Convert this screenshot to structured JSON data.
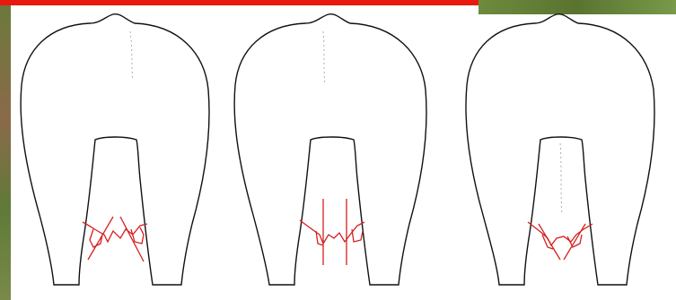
{
  "figure": {
    "panels": [
      {
        "id": "panel-1",
        "teat_orientation": "outward-splayed"
      },
      {
        "id": "panel-2",
        "teat_orientation": "vertical-parallel"
      },
      {
        "id": "panel-3",
        "teat_orientation": "inward-converging"
      }
    ],
    "colors": {
      "outline": "#111111",
      "teat_markings": "#d42020",
      "header_bar": "#e8190f",
      "background": "#ffffff"
    }
  }
}
